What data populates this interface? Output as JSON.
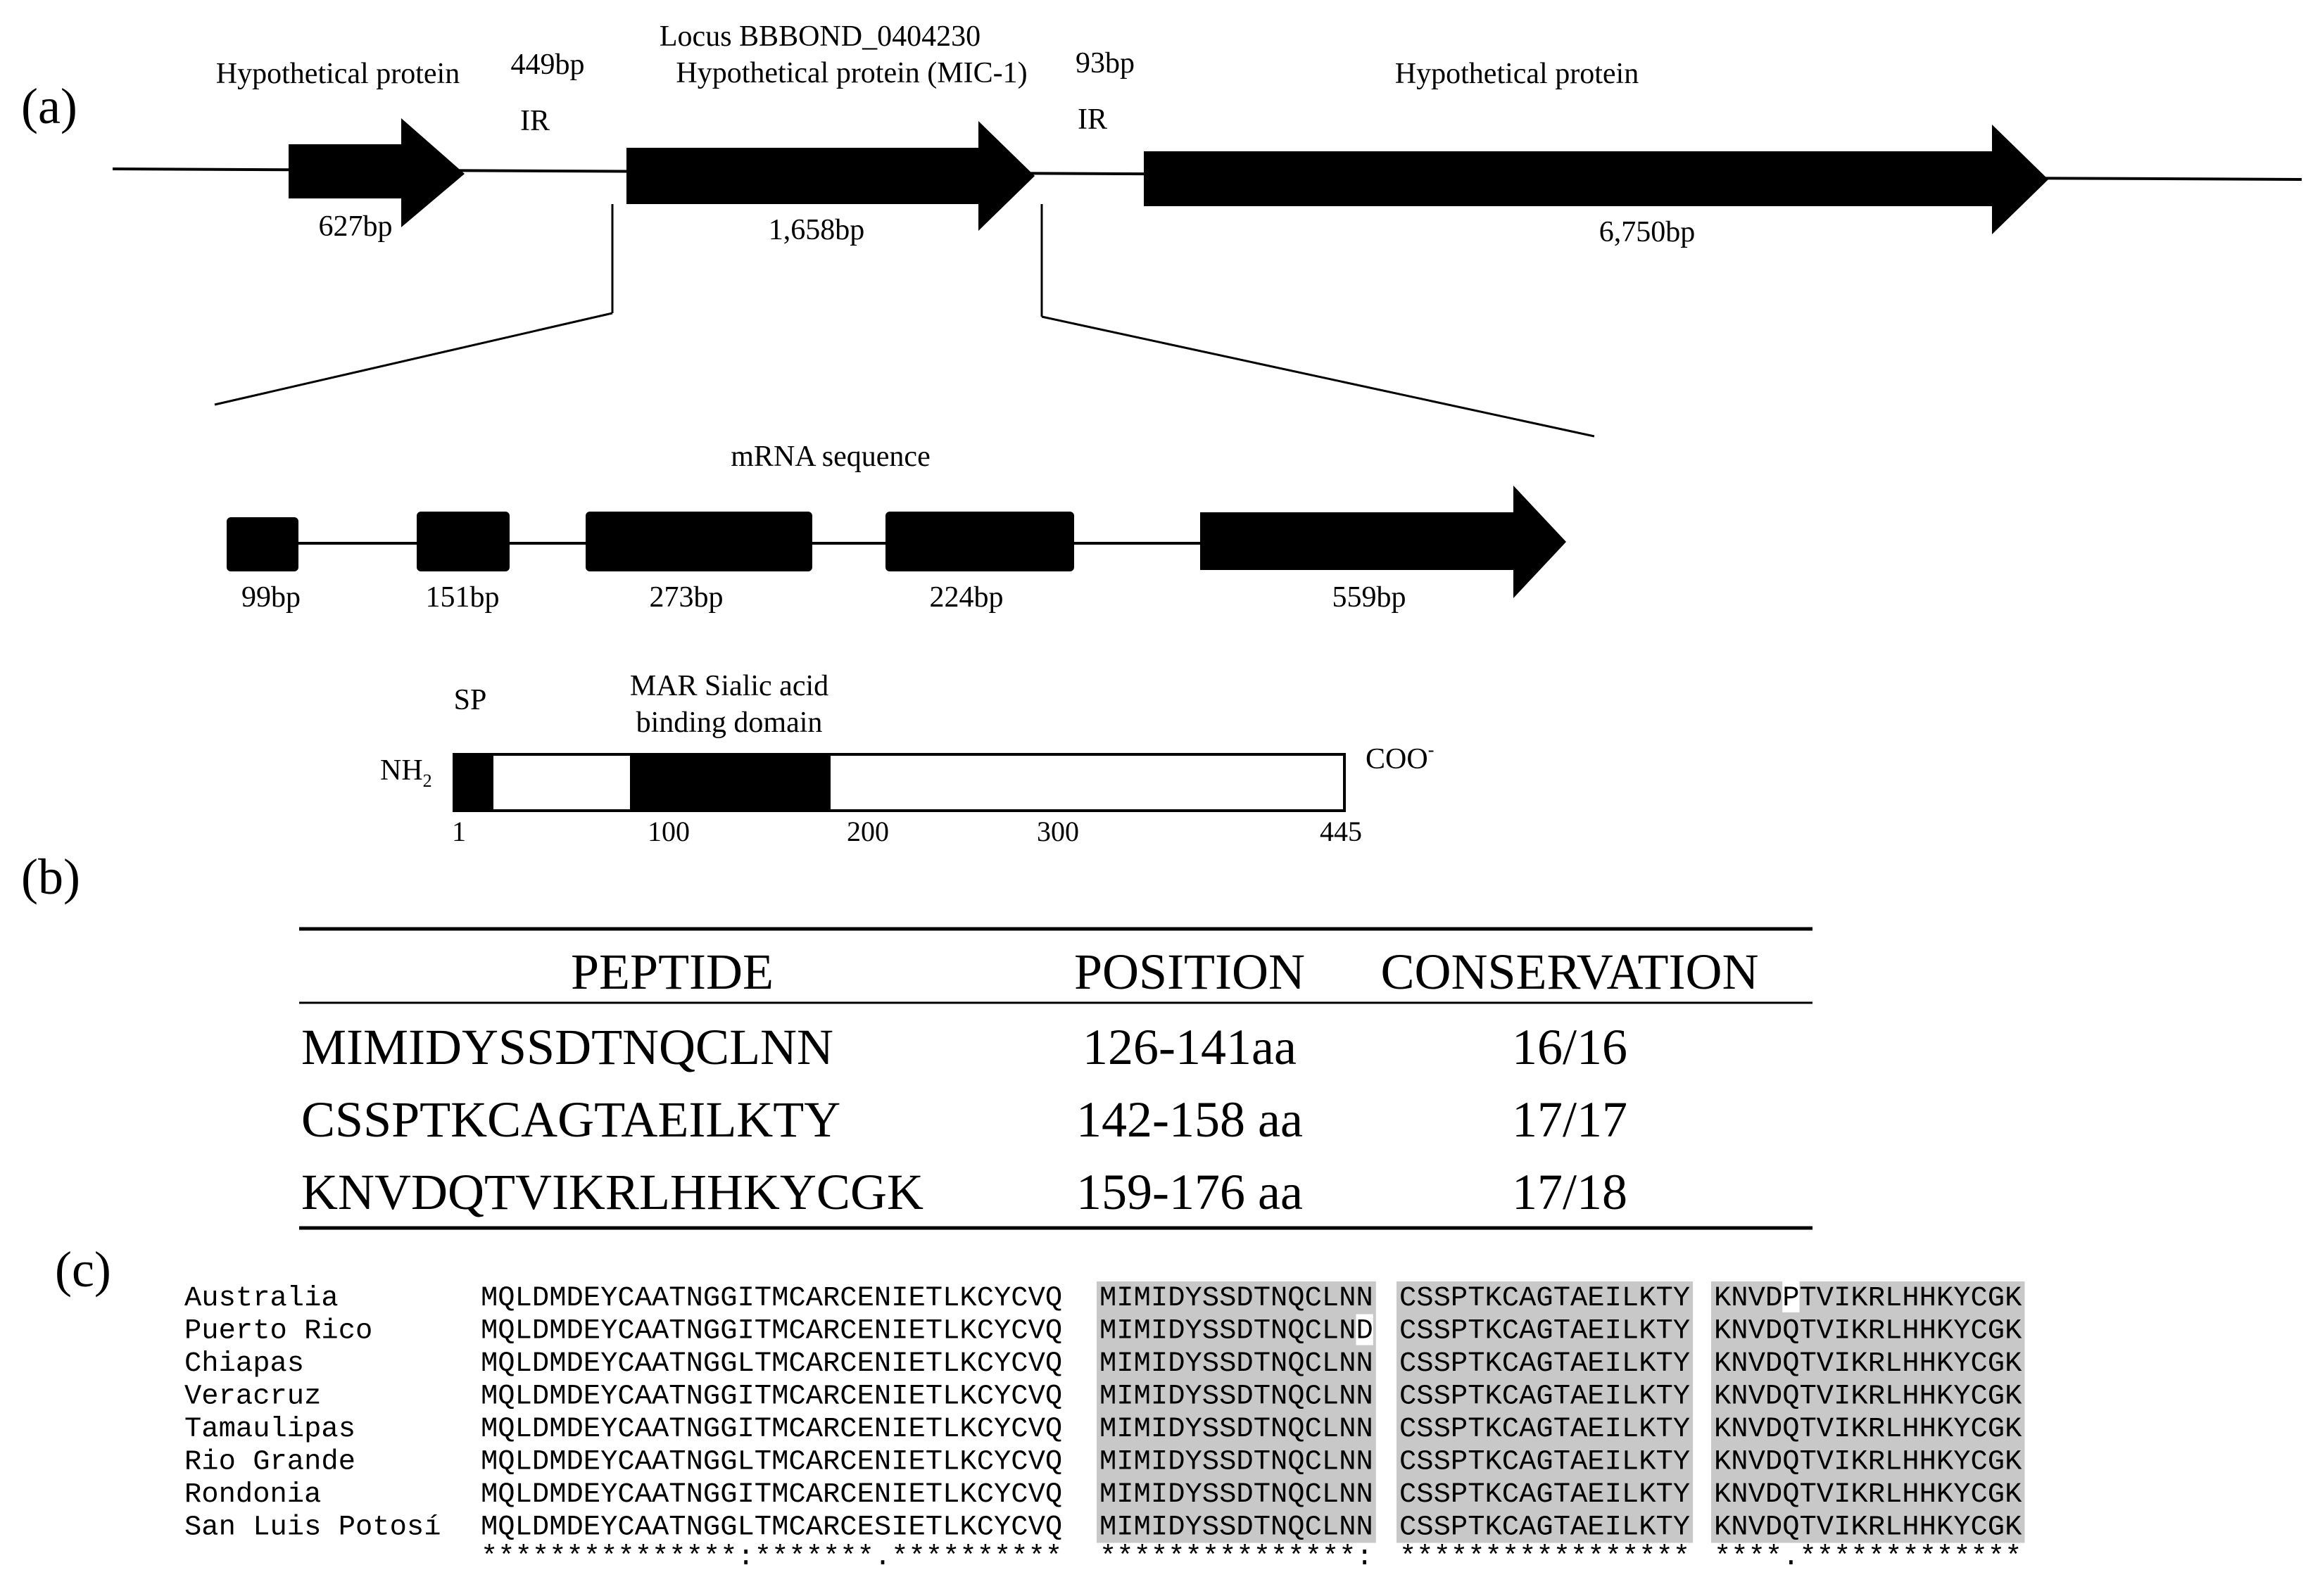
{
  "panel_labels": {
    "a": "(a)",
    "b": "(b)",
    "c": "(c)"
  },
  "gene_map": {
    "genes": [
      {
        "title": "Hypothetical protein",
        "size": "627bp"
      },
      {
        "locus": "Locus BBBOND_0404230",
        "title": "Hypothetical protein (MIC-1)",
        "size": "1,658bp"
      },
      {
        "title": "Hypothetical protein",
        "size": "6,750bp"
      }
    ],
    "intergenic": [
      {
        "size": "449bp",
        "label": "IR"
      },
      {
        "size": "93bp",
        "label": "IR"
      }
    ]
  },
  "mrna": {
    "title": "mRNA sequence",
    "exons": [
      "99bp",
      "151bp",
      "273bp",
      "224bp",
      "559bp"
    ]
  },
  "protein": {
    "sp_label": "SP",
    "domain_label_line1": "MAR Sialic acid",
    "domain_label_line2": "binding domain",
    "nh2": "NH",
    "nh2_sub": "2",
    "coo": "COO",
    "coo_sup": "-",
    "ticks": [
      "1",
      "100",
      "200",
      "300",
      "445"
    ]
  },
  "peptide_table": {
    "headers": [
      "PEPTIDE",
      "POSITION",
      "CONSERVATION"
    ],
    "rows": [
      [
        "MIMIDYSSDTNQCLNN",
        "126-141aa",
        "16/16"
      ],
      [
        "CSSPTKCAGTAEILKTY",
        "142-158 aa",
        "17/17"
      ],
      [
        "KNVDQTVIKRLHHKYCGK",
        "159-176 aa",
        "17/18"
      ]
    ]
  },
  "alignment": {
    "sequences": [
      {
        "name": "Australia",
        "pre": "MQLDMDEYCAATNGGITMCARCENIETLKCYCVQ",
        "p1": "MIMIDYSSDTNQCLNN",
        "p2": "CSSPTKCAGTAEILKTY",
        "p3": "KNVDPTVIKRLHHKYCGK"
      },
      {
        "name": "Puerto Rico",
        "pre": "MQLDMDEYCAATNGGITMCARCENIETLKCYCVQ",
        "p1": "MIMIDYSSDTNQCLND",
        "p2": "CSSPTKCAGTAEILKTY",
        "p3": "KNVDQTVIKRLHHKYCGK"
      },
      {
        "name": "Chiapas",
        "pre": "MQLDMDEYCAATNGGLTMCARCENIETLKCYCVQ",
        "p1": "MIMIDYSSDTNQCLNN",
        "p2": "CSSPTKCAGTAEILKTY",
        "p3": "KNVDQTVIKRLHHKYCGK"
      },
      {
        "name": "Veracruz",
        "pre": "MQLDMDEYCAATNGGITMCARCENIETLKCYCVQ",
        "p1": "MIMIDYSSDTNQCLNN",
        "p2": "CSSPTKCAGTAEILKTY",
        "p3": "KNVDQTVIKRLHHKYCGK"
      },
      {
        "name": "Tamaulipas",
        "pre": "MQLDMDEYCAATNGGITMCARCENIETLKCYCVQ",
        "p1": "MIMIDYSSDTNQCLNN",
        "p2": "CSSPTKCAGTAEILKTY",
        "p3": "KNVDQTVIKRLHHKYCGK"
      },
      {
        "name": "Rio Grande",
        "pre": "MQLDMDEYCAATNGGLTMCARCENIETLKCYCVQ",
        "p1": "MIMIDYSSDTNQCLNN",
        "p2": "CSSPTKCAGTAEILKTY",
        "p3": "KNVDQTVIKRLHHKYCGK"
      },
      {
        "name": "Rondonia",
        "pre": "MQLDMDEYCAATNGGITMCARCENIETLKCYCVQ",
        "p1": "MIMIDYSSDTNQCLNN",
        "p2": "CSSPTKCAGTAEILKTY",
        "p3": "KNVDQTVIKRLHHKYCGK"
      },
      {
        "name": "San Luis Potosí",
        "pre": "MQLDMDEYCAATNGGLTMCARCESIETLKCYCVQ",
        "p1": "MIMIDYSSDTNQCLNN",
        "p2": "CSSPTKCAGTAEILKTY",
        "p3": "KNVDQTVIKRLHHKYCGK"
      }
    ],
    "consensus": {
      "pre": "***************:*******.**********",
      "p1": "***************:",
      "p2": "*****************",
      "p3": "****.*************"
    },
    "colors": {
      "highlight": "#c8c8c8",
      "mismatch": "#ffffff"
    }
  }
}
